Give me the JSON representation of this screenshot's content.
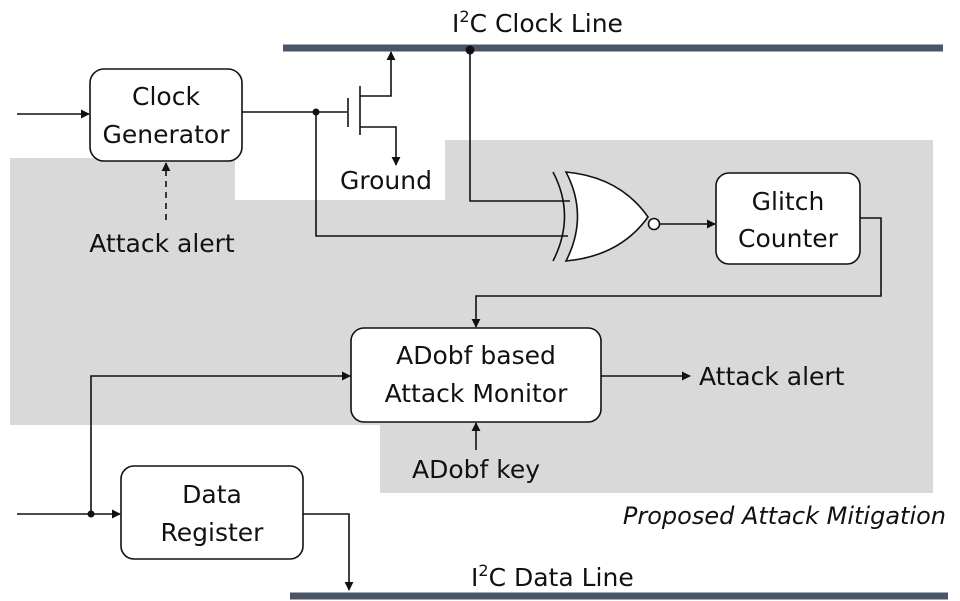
{
  "colors": {
    "mitigation_region": "#d9d9d9",
    "bus_line": "#4a5568",
    "wire": "#111111",
    "box_fill": "#ffffff"
  },
  "labels": {
    "clock_line_prefix": "I",
    "clock_line_sup": "2",
    "clock_line_suffix": "C Clock Line",
    "data_line_prefix": "I",
    "data_line_sup": "2",
    "data_line_suffix": "C Data Line",
    "ground": "Ground",
    "attack_alert_in": "Attack alert",
    "attack_alert_out": "Attack alert",
    "adobf_key": "ADobf key",
    "region_caption": "Proposed Attack Mitigation"
  },
  "blocks": {
    "clock_generator": [
      "Clock",
      "Generator"
    ],
    "glitch_counter": [
      "Glitch",
      "Counter"
    ],
    "attack_monitor": [
      "ADobf based",
      "Attack Monitor"
    ],
    "data_register": [
      "Data",
      "Register"
    ]
  },
  "icons": {
    "transistor": "nmos-transistor-icon",
    "xnor_gate": "xnor-gate-icon"
  }
}
